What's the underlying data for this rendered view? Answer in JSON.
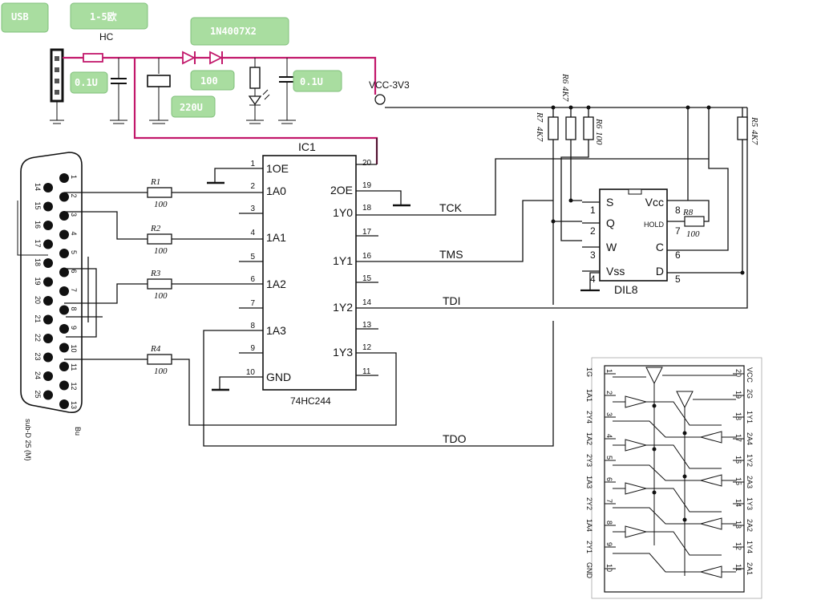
{
  "power": {
    "labels": {
      "usb": "USB",
      "r_usb": "1-5欧",
      "diodes": "1N4007X2",
      "cap1": "0.1U",
      "cap_big": "220U",
      "r_led": "100",
      "cap2": "0.1U",
      "hidden": "HC"
    },
    "vcc": "VCC-3V3"
  },
  "ic1": {
    "ref": "IC1",
    "part": "74HC244",
    "left_pins": [
      {
        "num": "1",
        "name": "1OE"
      },
      {
        "num": "2",
        "name": "1A0"
      },
      {
        "num": "3",
        "name": ""
      },
      {
        "num": "4",
        "name": "1A1"
      },
      {
        "num": "5",
        "name": ""
      },
      {
        "num": "6",
        "name": "1A2"
      },
      {
        "num": "7",
        "name": ""
      },
      {
        "num": "8",
        "name": "1A3"
      },
      {
        "num": "9",
        "name": ""
      },
      {
        "num": "10",
        "name": "GND"
      }
    ],
    "right_pins": [
      {
        "num": "20",
        "name": ""
      },
      {
        "num": "19",
        "name": "2OE"
      },
      {
        "num": "18",
        "name": "1Y0"
      },
      {
        "num": "17",
        "name": ""
      },
      {
        "num": "16",
        "name": "1Y1"
      },
      {
        "num": "15",
        "name": ""
      },
      {
        "num": "14",
        "name": "1Y2"
      },
      {
        "num": "13",
        "name": ""
      },
      {
        "num": "12",
        "name": "1Y3"
      },
      {
        "num": "11",
        "name": ""
      }
    ]
  },
  "signals": {
    "tck": "TCK",
    "tms": "TMS",
    "tdi": "TDI",
    "tdo": "TDO"
  },
  "resistors": {
    "r1": {
      "ref": "R1",
      "val": "100"
    },
    "r2": {
      "ref": "R2",
      "val": "100"
    },
    "r3": {
      "ref": "R3",
      "val": "100"
    },
    "r4": {
      "ref": "R4",
      "val": "100"
    },
    "r5": {
      "ref": "R5",
      "val": "4K7"
    },
    "r6": {
      "ref": "R6",
      "val": "4K7"
    },
    "r7": {
      "ref": "R7",
      "val": "4K7"
    },
    "r6b": {
      "ref": "R6",
      "val": "100"
    },
    "r8": {
      "ref": "R8",
      "val": "100"
    }
  },
  "dil8": {
    "name": "DIL8",
    "left": [
      {
        "num": "1",
        "name": "S"
      },
      {
        "num": "2",
        "name": "Q"
      },
      {
        "num": "3",
        "name": "W"
      },
      {
        "num": "4",
        "name": "Vss"
      }
    ],
    "right": [
      {
        "num": "8",
        "name": "Vcc"
      },
      {
        "num": "7",
        "name": "HOLD"
      },
      {
        "num": "6",
        "name": "C"
      },
      {
        "num": "5",
        "name": "D"
      }
    ]
  },
  "connector": {
    "top_pins": [
      "1",
      "2",
      "3",
      "4",
      "5",
      "6",
      "7",
      "8",
      "9",
      "10",
      "11",
      "12",
      "13"
    ],
    "bottom_pins": [
      "14",
      "15",
      "16",
      "17",
      "18",
      "19",
      "20",
      "21",
      "22",
      "23",
      "24",
      "25"
    ],
    "label": "sub-D 25 (M)",
    "bu": "Bu"
  },
  "pinout": {
    "left": [
      {
        "num": "1",
        "name": "1G"
      },
      {
        "num": "2",
        "name": "1A1"
      },
      {
        "num": "3",
        "name": "2Y4"
      },
      {
        "num": "4",
        "name": "1A2"
      },
      {
        "num": "5",
        "name": "2Y3"
      },
      {
        "num": "6",
        "name": "1A3"
      },
      {
        "num": "7",
        "name": "2Y2"
      },
      {
        "num": "8",
        "name": "1A4"
      },
      {
        "num": "9",
        "name": "2Y1"
      },
      {
        "num": "10",
        "name": "GND"
      }
    ],
    "right": [
      {
        "num": "20",
        "name": "VCC"
      },
      {
        "num": "19",
        "name": "2G"
      },
      {
        "num": "18",
        "name": "1Y1"
      },
      {
        "num": "17",
        "name": "2A4"
      },
      {
        "num": "16",
        "name": "1Y2"
      },
      {
        "num": "15",
        "name": "2A3"
      },
      {
        "num": "14",
        "name": "1Y3"
      },
      {
        "num": "13",
        "name": "2A2"
      },
      {
        "num": "12",
        "name": "1Y4"
      },
      {
        "num": "11",
        "name": "2A1"
      }
    ]
  }
}
